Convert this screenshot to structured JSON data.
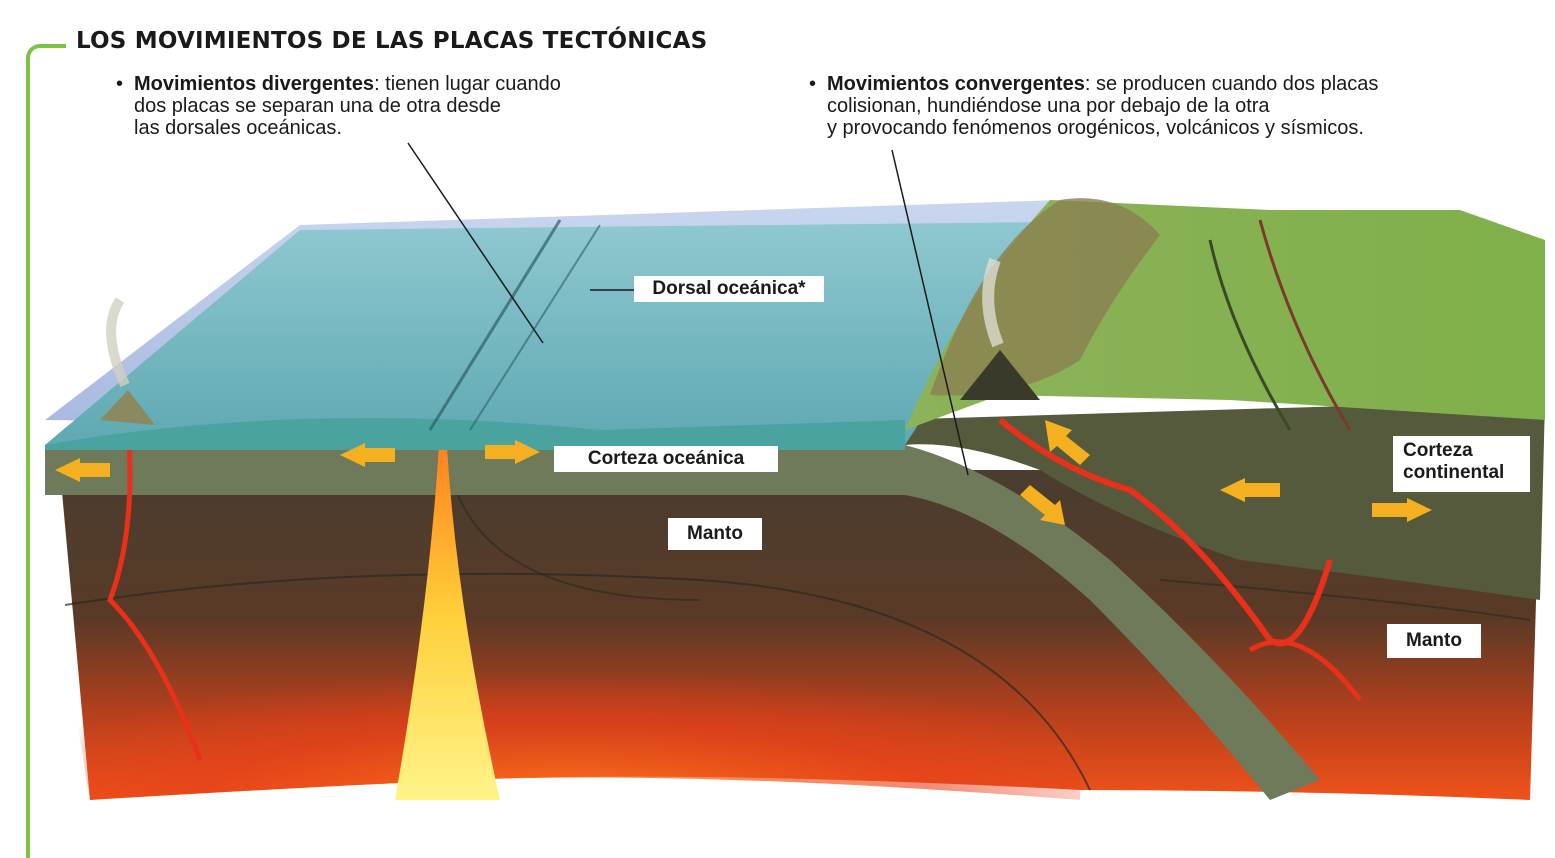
{
  "title": "LOS MOVIMIENTOS DE LAS PLACAS TECTÓNICAS",
  "bullets": {
    "divergent": {
      "term": "Movimientos divergentes",
      "line1_rest": ": tienen lugar cuando",
      "line2": "dos placas se separan una de otra desde",
      "line3": "las dorsales oceánicas."
    },
    "convergent": {
      "term": "Movimientos convergentes",
      "line1_rest": ": se producen cuando dos placas",
      "line2": "colisionan, hundiéndose una por debajo de la otra",
      "line3": "y provocando fenómenos orogénicos, volcánicos y sísmicos."
    }
  },
  "labels": {
    "dorsal": "Dorsal oceánica*",
    "corteza_oceanica": "Corteza oceánica",
    "manto_left": "Manto",
    "manto_right": "Manto",
    "corteza_continental_1": "Corteza",
    "corteza_continental_2": "continental"
  },
  "colors": {
    "accent_green": "#7dc242",
    "ocean": "#6fb3bd",
    "crust": "#6e7a5a",
    "mantle": "#4a3a2c",
    "magma": "#f04a18",
    "arrow": "#f4b021",
    "land": "#7fb04a"
  }
}
